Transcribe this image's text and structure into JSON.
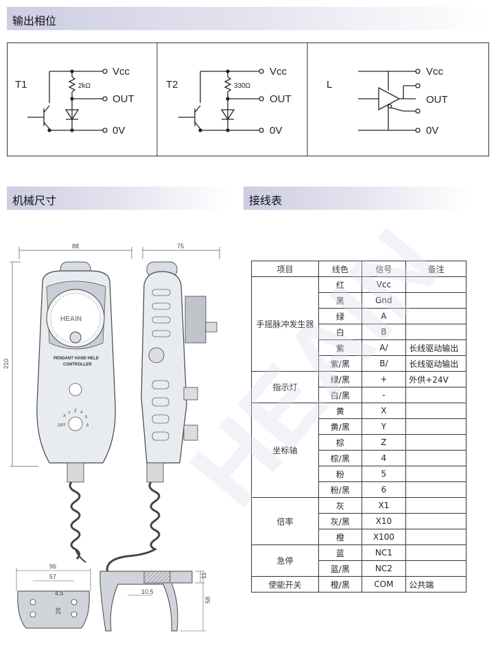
{
  "sections": {
    "phase": "输出相位",
    "mechanical": "机械尺寸",
    "wiring": "接线表"
  },
  "circuits": {
    "t1": {
      "name": "T1",
      "resistor": "2kΩ",
      "vcc": "Vcc",
      "out": "OUT",
      "zero": "0V"
    },
    "t2": {
      "name": "T2",
      "resistor": "330Ω",
      "vcc": "Vcc",
      "out": "OUT",
      "zero": "0V"
    },
    "l": {
      "name": "L",
      "vcc": "Vcc",
      "out": "OUT",
      "zero": "0V"
    }
  },
  "watermark": "HEAIN",
  "drawing": {
    "front_width": "88",
    "side_width": "75",
    "height": "210",
    "brand": "HEAIN",
    "label_line1": "PENDANT HAND HELD",
    "label_line2": "CONTROLLER",
    "switch_labels": [
      "X",
      "Y",
      "Z",
      "4",
      "5",
      "6",
      "OFF"
    ],
    "bracket_width": "96",
    "bracket_inner": "57",
    "bracket_hole": "4.5",
    "bracket_inner_height": "28",
    "bracket_height": "58",
    "bracket_lip": "10.5",
    "bracket_top": "11"
  },
  "table": {
    "headers": [
      "项目",
      "线色",
      "信号",
      "备注"
    ],
    "groups": [
      {
        "label": "手摇脉冲发生器",
        "rows": [
          {
            "color": "红",
            "signal": "Vcc",
            "note": ""
          },
          {
            "color": "黑",
            "signal": "Gnd",
            "note": ""
          },
          {
            "color": "绿",
            "signal": "A",
            "note": ""
          },
          {
            "color": "白",
            "signal": "B",
            "note": ""
          },
          {
            "color": "紫",
            "signal": "A/",
            "note": "长线驱动输出"
          },
          {
            "color": "紫/黑",
            "signal": "B/",
            "note": "长线驱动输出"
          }
        ]
      },
      {
        "label": "指示灯",
        "rows": [
          {
            "color": "绿/黑",
            "signal": "+",
            "note": "外供+24V"
          },
          {
            "color": "白/黑",
            "signal": "-",
            "note": ""
          }
        ]
      },
      {
        "label": "坐标轴",
        "rows": [
          {
            "color": "黄",
            "signal": "X",
            "note": ""
          },
          {
            "color": "黄/黑",
            "signal": "Y",
            "note": ""
          },
          {
            "color": "棕",
            "signal": "Z",
            "note": ""
          },
          {
            "color": "棕/黑",
            "signal": "4",
            "note": ""
          },
          {
            "color": "粉",
            "signal": "5",
            "note": ""
          },
          {
            "color": "粉/黑",
            "signal": "6",
            "note": ""
          }
        ]
      },
      {
        "label": "倍率",
        "rows": [
          {
            "color": "灰",
            "signal": "X1",
            "note": ""
          },
          {
            "color": "灰/黑",
            "signal": "X10",
            "note": ""
          },
          {
            "color": "橙",
            "signal": "X100",
            "note": ""
          }
        ]
      },
      {
        "label": "急停",
        "rows": [
          {
            "color": "蓝",
            "signal": "NC1",
            "note": ""
          },
          {
            "color": "蓝/黑",
            "signal": "NC2",
            "note": ""
          }
        ]
      },
      {
        "label": "使能开关",
        "rows": [
          {
            "color": "橙/黑",
            "signal": "COM",
            "note": "公共端"
          }
        ]
      }
    ]
  }
}
